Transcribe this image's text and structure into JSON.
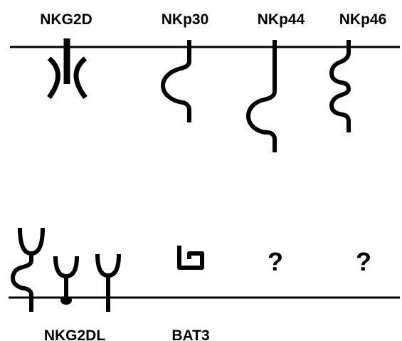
{
  "receptors": [
    {
      "label": "NKG2D"
    },
    {
      "label": "NKp30"
    },
    {
      "label": "NKp44"
    },
    {
      "label": "NKp46"
    }
  ],
  "ligands": [
    {
      "label": "NKG2DL"
    },
    {
      "label": "BAT3"
    },
    {
      "label": "?"
    },
    {
      "label": "?"
    }
  ],
  "colors": {
    "ink": "#000000",
    "background": "#ffffff"
  }
}
